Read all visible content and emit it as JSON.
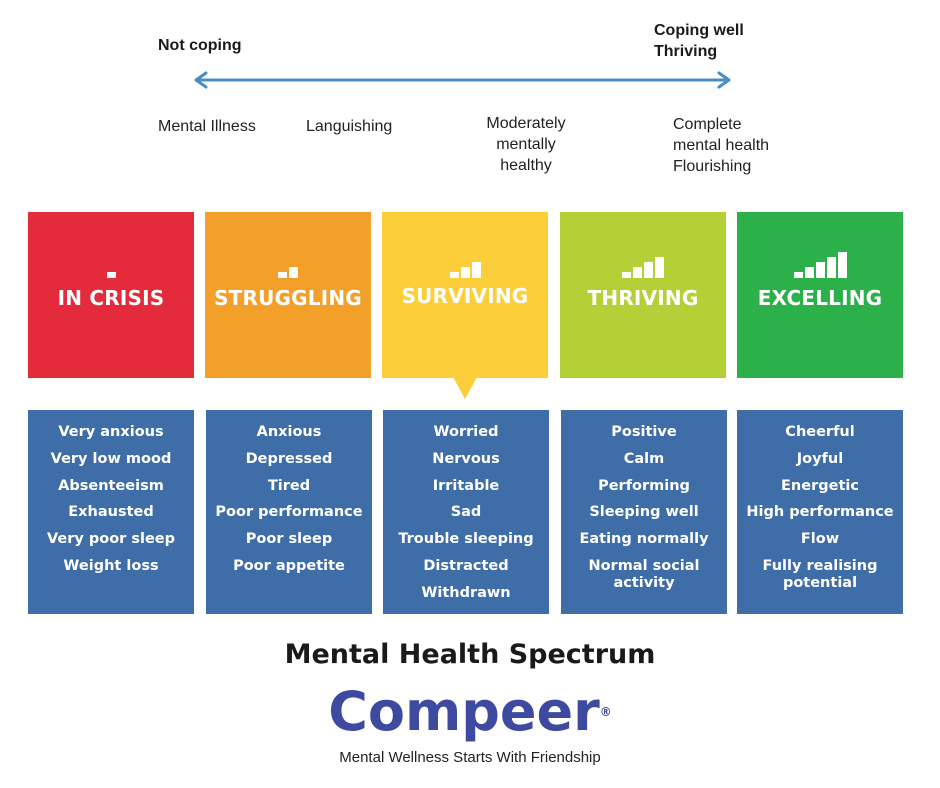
{
  "scale": {
    "left_label": "Not coping",
    "right_label_1": "Coping well",
    "right_label_2": "Thriving",
    "stages": [
      {
        "lines": [
          "Mental Illness"
        ]
      },
      {
        "lines": [
          "Languishing"
        ]
      },
      {
        "lines": [
          "Moderately",
          "mentally",
          "healthy"
        ]
      },
      {
        "lines": [
          "Complete",
          "mental health",
          "Flourishing"
        ]
      }
    ]
  },
  "cards": [
    {
      "title": "IN CRISIS",
      "color": "#e32b3b",
      "bar_count": 1,
      "items": [
        "Very anxious",
        "Very low mood",
        "Absenteeism",
        "Exhausted",
        "Very poor sleep",
        "Weight loss"
      ]
    },
    {
      "title": "STRUGGLING",
      "color": "#f3a02a",
      "bar_count": 2,
      "items": [
        "Anxious",
        "Depressed",
        "Tired",
        "Poor performance",
        "Poor sleep",
        "Poor appetite"
      ]
    },
    {
      "title": "SURVIVING",
      "color": "#fcce3a",
      "bar_count": 3,
      "items": [
        "Worried",
        "Nervous",
        "Irritable",
        "Sad",
        "Trouble sleeping",
        "Distracted",
        "Withdrawn"
      ]
    },
    {
      "title": "THRIVING",
      "color": "#b3d136",
      "bar_count": 4,
      "items": [
        "Positive",
        "Calm",
        "Performing",
        "Sleeping well",
        "Eating normally",
        "Normal social activity"
      ]
    },
    {
      "title": "EXCELLING",
      "color": "#2cb14a",
      "bar_count": 5,
      "items": [
        "Cheerful",
        "Joyful",
        "Energetic",
        "High performance",
        "Flow",
        "Fully realising potential"
      ]
    }
  ],
  "list_box_color": "#3f6da8",
  "title": "Mental Health Spectrum",
  "logo": {
    "word": "Compeer",
    "registered": "®",
    "tagline": "Mental Wellness Starts With Friendship",
    "heart_color": "#7ab648",
    "text_color": "#3e4aa0"
  }
}
